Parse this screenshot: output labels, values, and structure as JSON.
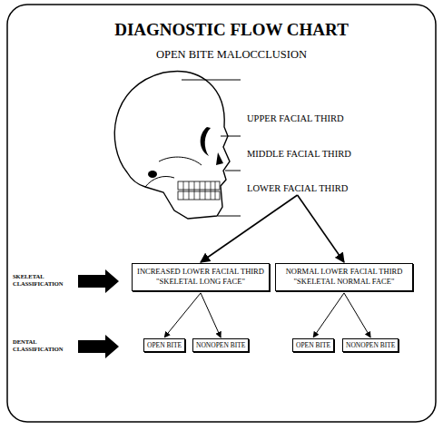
{
  "diagram": {
    "title": "DIAGNOSTIC FLOW CHART",
    "nodes": [
      {
        "text": [
          "LOWER FACIAL THIRD"
        ]
      },
      {
        "text": [
          "INCREASED LOWER FACIAL THIRD",
          "\"SKELETAL LONG FACE\""
        ]
      },
      {
        "text": [
          "NORMAL LOWER FACIAL THIRD",
          "\"SKELETAL NORMAL FACE\""
        ]
      },
      {
        "text": [
          "OPEN BITE"
        ]
      },
      {
        "text": [
          "NONOPEN BITE"
        ]
      },
      {
        "text": [
          "OPEN BITE"
        ]
      },
      {
        "text": [
          "NONOPEN BITE"
        ]
      }
    ],
    "edges": [
      {
        "from": 0,
        "to": 1,
        "arrow": "to"
      },
      {
        "from": 0,
        "to": 2,
        "arrow": "to"
      },
      {
        "from": 1,
        "to": 3,
        "arrow": "to"
      },
      {
        "from": 1,
        "to": 4,
        "arrow": "to"
      },
      {
        "from": 2,
        "to": 5,
        "arrow": "to"
      },
      {
        "from": 2,
        "to": 6,
        "arrow": "to"
      }
    ],
    "labels": [
      "OPEN BITE MALOCCLUSION",
      "UPPER FACIAL THIRD",
      "MIDDLE FACIAL THIRD",
      "SKELETAL CLASSIFICATION",
      "DENTAL CLASSIFICATION"
    ]
  }
}
